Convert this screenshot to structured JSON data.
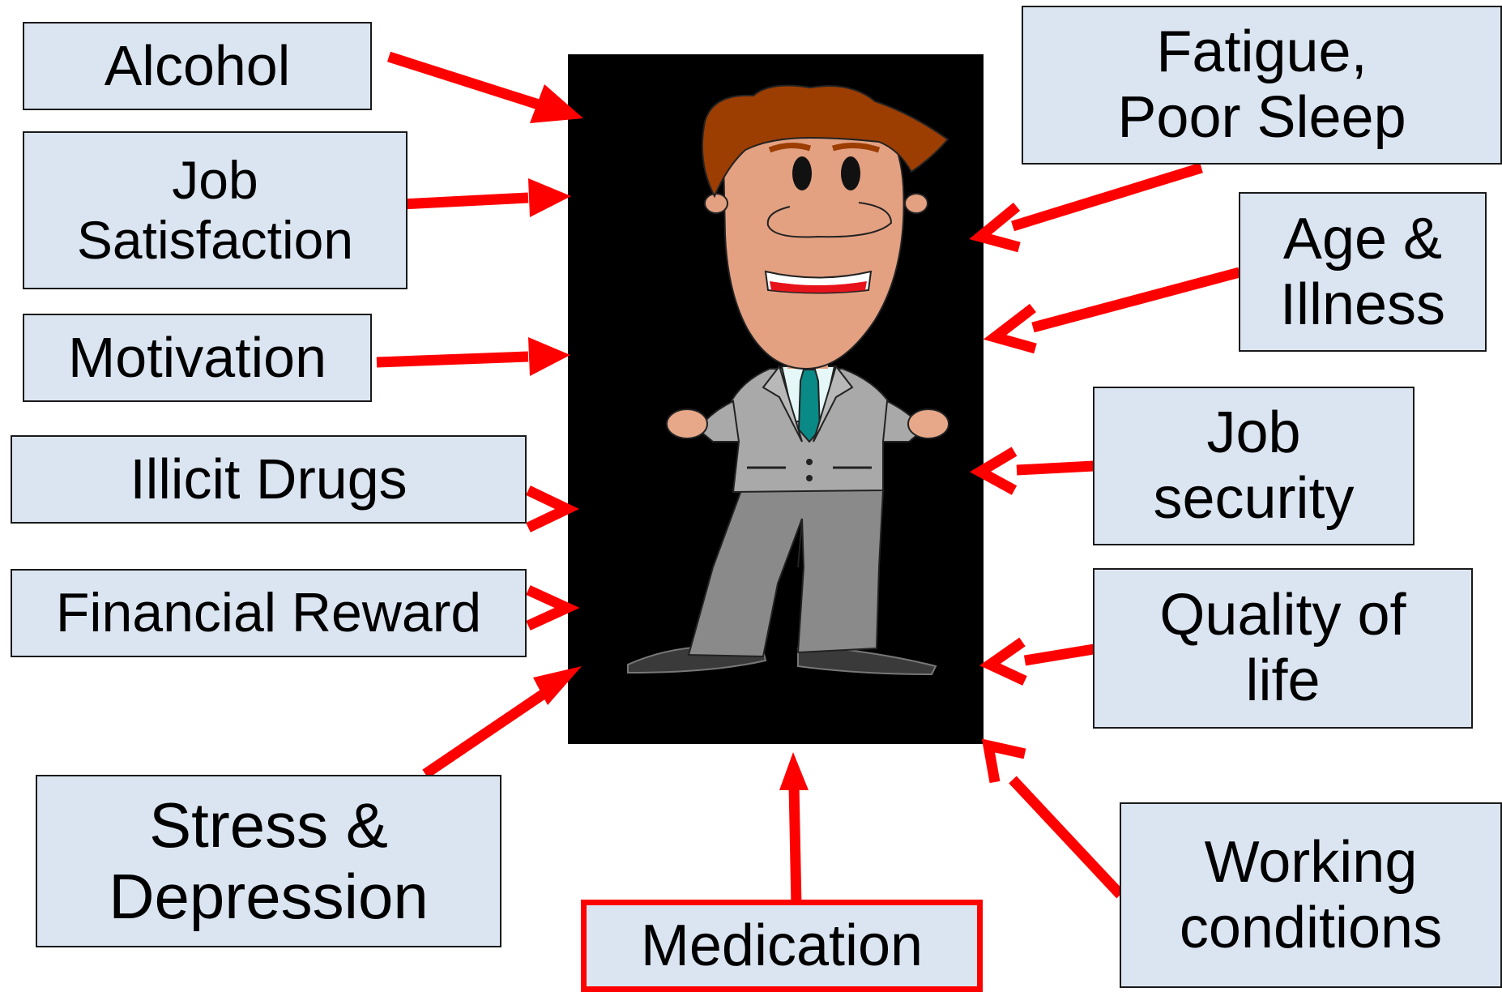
{
  "colors": {
    "box_fill": "#dbe5f1",
    "box_border": "#1a1a1a",
    "arrow": "#ff0000",
    "highlight_border": "#ff0000",
    "figure_background": "#000000"
  },
  "center_image": {
    "icon": "cartoon-businessman-icon",
    "description": "cartoon man in grey suit on black panel"
  },
  "factors": {
    "alcohol": "Alcohol",
    "job_satisfaction": "Job\nSatisfaction",
    "motivation": "Motivation",
    "illicit_drugs": "Illicit Drugs",
    "financial_reward": "Financial Reward",
    "stress_depression": "Stress &\nDepression",
    "medication": "Medication",
    "fatigue_poor_sleep": "Fatigue,\nPoor Sleep",
    "age_illness": "Age &\nIllness",
    "job_security": "Job\nsecurity",
    "quality_of_life": "Quality of\nlife",
    "working_conditions": "Working\nconditions"
  },
  "highlighted_factor": "medication"
}
